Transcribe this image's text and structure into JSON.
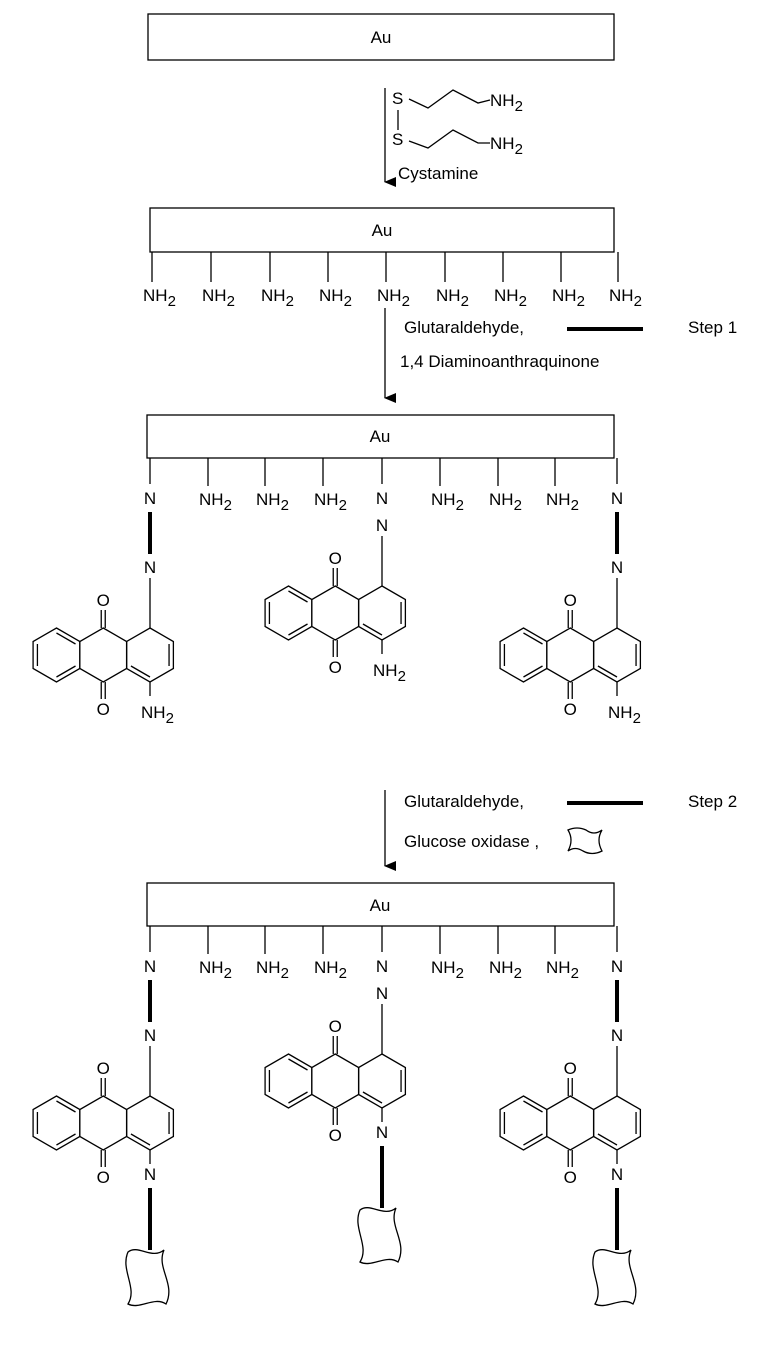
{
  "electrode_label": "Au",
  "amine_label": "NH",
  "subscript_2": "2",
  "nitrogen_label": "N",
  "oxygen_label": "O",
  "sulfur_label": "S",
  "reagent_cystamine": "Cystamine",
  "step1": {
    "reagent_line1": "Glutaraldehyde,",
    "reagent_line2": "1,4  Diaminoanthraquinone",
    "label": "Step 1"
  },
  "step2": {
    "reagent_line1": "Glutaraldehyde,",
    "reagent_line2": "Glucose oxidase ,",
    "label": "Step 2"
  }
}
